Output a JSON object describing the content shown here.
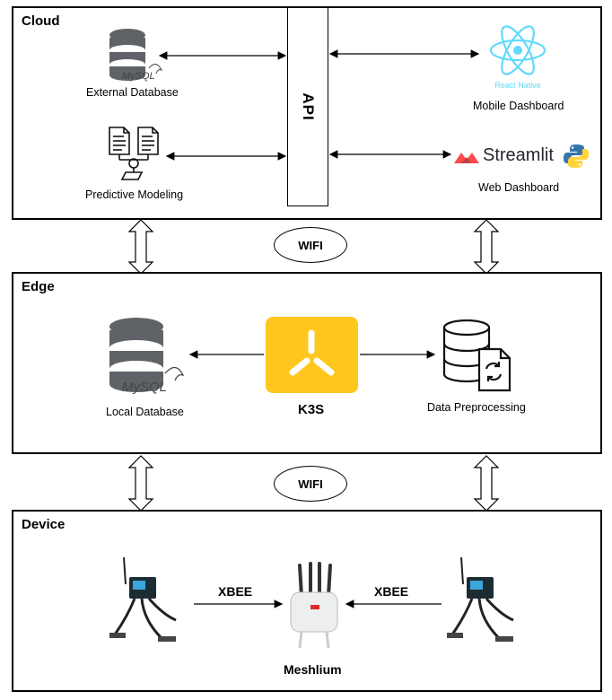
{
  "cloud": {
    "title": "Cloud",
    "api_label": "API",
    "external_db_label": "External Database",
    "predictive_label": "Predictive Modeling",
    "mobile_label": "Mobile Dashboard",
    "web_label": "Web Dashboard",
    "react_native_text": "React Native",
    "streamlit_text": "Streamlit",
    "mysql_text": "MySQL"
  },
  "links": {
    "wifi_top": "WIFI",
    "wifi_bottom": "WIFI"
  },
  "edge": {
    "title": "Edge",
    "local_db_label": "Local Database",
    "k3s_label": "K3S",
    "preprocessing_label": "Data Preprocessing",
    "mysql_text": "MySQL"
  },
  "device": {
    "title": "Device",
    "xbee_left": "XBEE",
    "xbee_right": "XBEE",
    "meshlium_label": "Meshlium"
  },
  "colors": {
    "k3s_yellow": "#FFC61E",
    "react_blue": "#61DAFB",
    "streamlit_red": "#FF4B4B",
    "python_blue": "#3776AB",
    "python_yellow": "#FFD43B",
    "db_gray": "#5f6368"
  }
}
